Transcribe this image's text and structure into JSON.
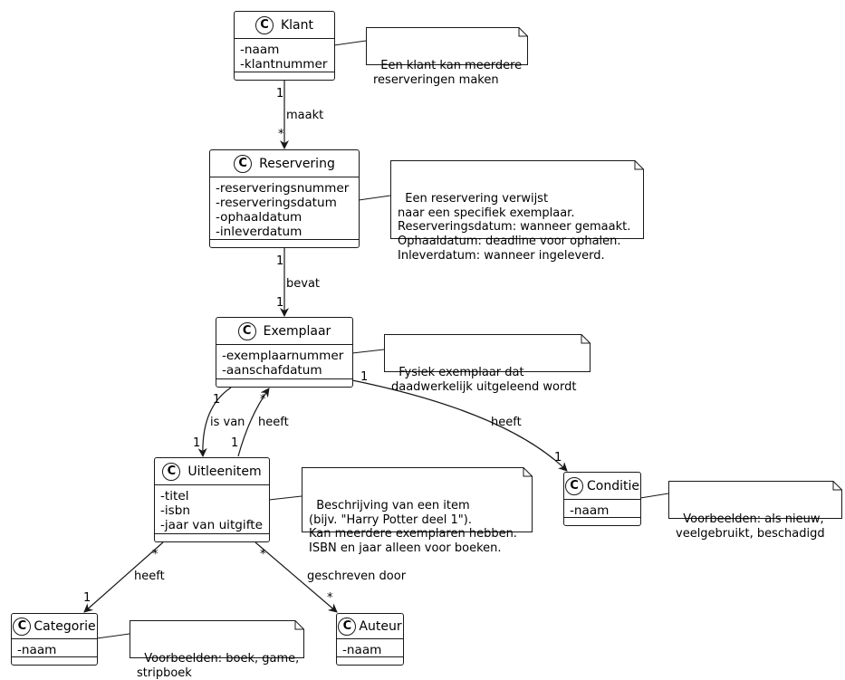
{
  "classes": {
    "klant": {
      "name": "Klant",
      "attributes": [
        "-naam",
        "-klantnummer"
      ]
    },
    "reservering": {
      "name": "Reservering",
      "attributes": [
        "-reserveringsnummer",
        "-reserveringsdatum",
        "-ophaaldatum",
        "-inleverdatum"
      ]
    },
    "exemplaar": {
      "name": "Exemplaar",
      "attributes": [
        "-exemplaarnummer",
        "-aanschafdatum"
      ]
    },
    "uitleenitem": {
      "name": "Uitleenitem",
      "attributes": [
        "-titel",
        "-isbn",
        "-jaar van uitgifte"
      ]
    },
    "conditie": {
      "name": "Conditie",
      "attributes": [
        "-naam"
      ]
    },
    "categorie": {
      "name": "Categorie",
      "attributes": [
        "-naam"
      ]
    },
    "auteur": {
      "name": "Auteur",
      "attributes": [
        "-naam"
      ]
    }
  },
  "class_icon": "C",
  "notes": {
    "klant": "Een klant kan meerdere\nreserveringen maken",
    "reservering": "Een reservering verwijst\nnaar een specifiek exemplaar.\nReserveringsdatum: wanneer gemaakt.\nOphaaldatum: deadline voor ophalen.\nInleverdatum: wanneer ingeleverd.",
    "exemplaar": "Fysiek exemplaar dat\ndaadwerkelijk uitgeleend wordt",
    "uitleenitem": "Beschrijving van een item\n(bijv. \"Harry Potter deel 1\").\nKan meerdere exemplaren hebben.\nISBN en jaar alleen voor boeken.",
    "conditie": "Voorbeelden: als nieuw,\nveelgebruikt, beschadigd",
    "categorie": "Voorbeelden: boek, game,\nstripboek"
  },
  "relations": {
    "klant_reservering": {
      "label": "maakt",
      "from_mult": "1",
      "to_mult": "*"
    },
    "reservering_exemplaar": {
      "label": "bevat",
      "from_mult": "1",
      "to_mult": "1"
    },
    "exemplaar_uitleenitem": {
      "label": "is van",
      "from_mult": "1",
      "to_mult": "1"
    },
    "uitleenitem_exemplaar": {
      "label": "heeft",
      "from_mult": "1",
      "to_mult": "*"
    },
    "exemplaar_conditie": {
      "label": "heeft",
      "from_mult": "1",
      "to_mult": "1"
    },
    "uitleenitem_categorie": {
      "label": "heeft",
      "from_mult": "*",
      "to_mult": "1"
    },
    "uitleenitem_auteur": {
      "label": "geschreven door",
      "from_mult": "*",
      "to_mult": "*"
    }
  }
}
